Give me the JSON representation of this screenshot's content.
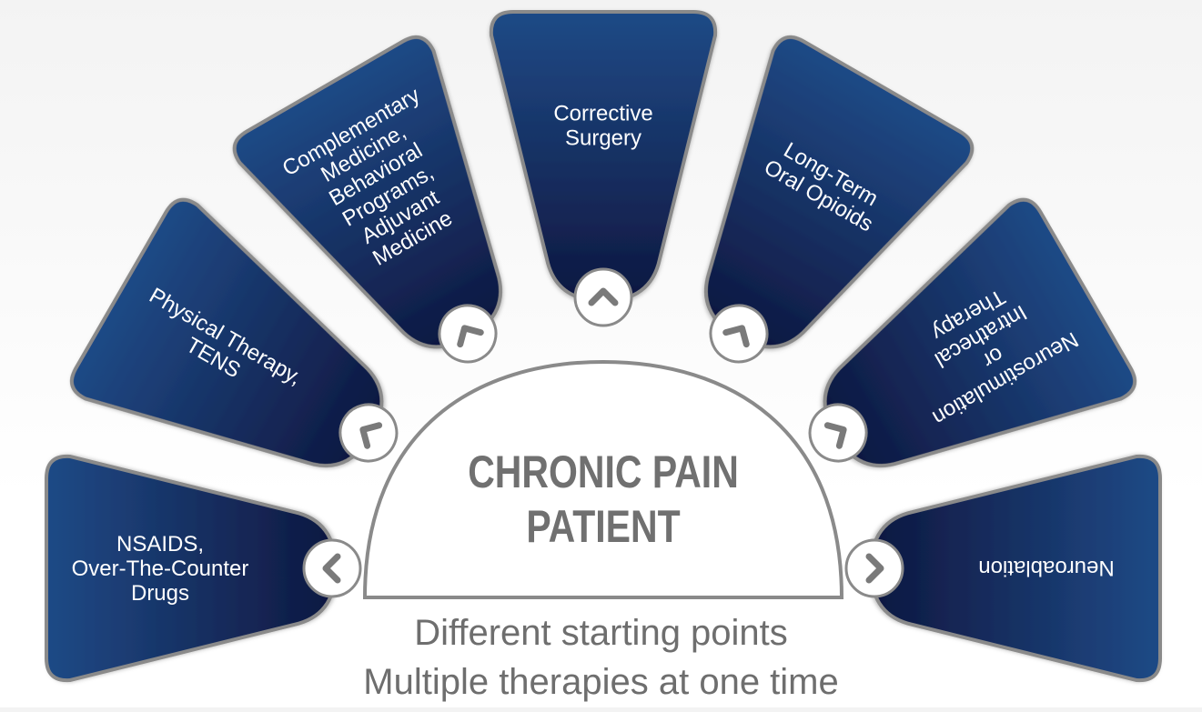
{
  "center": {
    "title_line1": "CHRONIC PAIN",
    "title_line2": "PATIENT"
  },
  "caption": {
    "line1": "Different starting points",
    "line2": "Multiple therapies at one time"
  },
  "colors": {
    "tab_top": "#1f4a86",
    "tab_bottom": "#0e1740",
    "tab_border": "#8a8a8a",
    "center_fill": "#ffffff",
    "center_border": "#8a8a8a",
    "title_text": "#707070",
    "caption_text": "#6e6e6e"
  },
  "therapies": [
    {
      "id": "nsaids",
      "icon": "chevron-left-icon",
      "lines": [
        "NSAIDS,",
        "Over-The-Counter",
        "Drugs"
      ]
    },
    {
      "id": "physical-therapy",
      "icon": "chevron-left-icon",
      "lines": [
        "Physical Therapy,",
        "TENS"
      ]
    },
    {
      "id": "complementary-medicine",
      "icon": "chevron-up-left-icon",
      "lines": [
        "Complementary",
        "Medicine,",
        "Behavioral",
        "Programs,",
        "Adjuvant",
        "Medicine"
      ]
    },
    {
      "id": "corrective-surgery",
      "icon": "chevron-up-icon",
      "lines": [
        "Corrective",
        "Surgery"
      ]
    },
    {
      "id": "oral-opioids",
      "icon": "chevron-up-right-icon",
      "lines": [
        "Long-Term",
        "Oral Opioids"
      ]
    },
    {
      "id": "neurostimulation",
      "icon": "chevron-right-icon",
      "lines": [
        "Neurostimulation",
        "or",
        "Intrathecal",
        "Therapy"
      ]
    },
    {
      "id": "neuroablation",
      "icon": "chevron-right-icon",
      "lines": [
        "Neuroablation"
      ]
    }
  ]
}
